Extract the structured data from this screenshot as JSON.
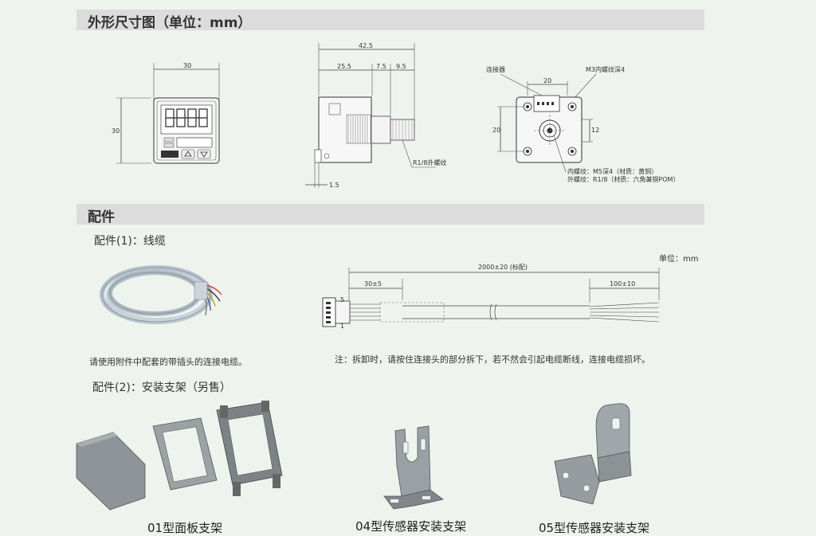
{
  "sections": {
    "dimensions_title": "外形尺寸图（单位：mm）",
    "accessories_title": "配件"
  },
  "drawings": {
    "front": {
      "width": "30",
      "height": "30"
    },
    "side": {
      "total": "42.5",
      "d1": "25.5",
      "d2": "7.5",
      "d3": "9.5",
      "d4": "1.5",
      "thread": "R1/8外螺纹"
    },
    "rear": {
      "connector": "连接器",
      "m3": "M3内螺纹深4",
      "w20": "20",
      "h20": "20",
      "h12": "12",
      "inner_thread": "内螺纹：M5深4（材质：黄铜）",
      "outer_thread": "外螺纹：R1/8（材质：六角兼铜POM）"
    }
  },
  "cable": {
    "subtitle": "配件(1)：线缆",
    "unit": "单位：mm",
    "length": "2000±20 (标配)",
    "left_len": "30±5",
    "right_len": "100±10",
    "pin5": "5",
    "pin1": "1",
    "note_left": "请使用附件中配套的带插头的连接电缆。",
    "note_right": "注：拆卸时，请按住连接头的部分拆下，若不然会引起电缆断线，连接电缆损坏。"
  },
  "brackets": {
    "subtitle": "配件(2)：安装支架（另售）",
    "items": [
      {
        "label": "01型面板支架"
      },
      {
        "label": "04型传感器安装支架"
      },
      {
        "label": "05型传感器安装支架"
      }
    ]
  }
}
